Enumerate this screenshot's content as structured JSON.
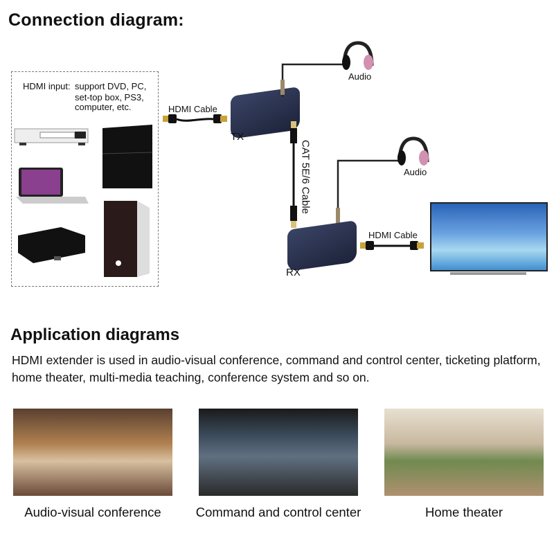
{
  "connection": {
    "title": "Connection diagram:",
    "input_label": "HDMI input:",
    "input_lines": [
      "support DVD, PC,",
      "set-top box, PS3,",
      "computer, etc."
    ],
    "hdmi_cable_1": "HDMI Cable",
    "hdmi_cable_2": "HDMI Cable",
    "tx": "TX",
    "rx": "RX",
    "cat_cable": "CAT 5E/6 Cable",
    "audio_1": "Audio",
    "audio_2": "Audio",
    "icons": [
      "dvd-player-icon",
      "ps3-console-icon",
      "laptop-icon",
      "desktop-tower-icon",
      "set-top-box-icon",
      "headphones-icon",
      "tv-icon",
      "hdmi-extender-icon"
    ]
  },
  "applications": {
    "title": "Application diagrams",
    "description": "HDMI extender is used in audio-visual conference, command and control center, ticketing platform, home theater, multi-media teaching, conference system and so on.",
    "items": [
      {
        "caption": "Audio-visual conference"
      },
      {
        "caption": "Command and control center"
      },
      {
        "caption": "Home theater"
      }
    ]
  }
}
